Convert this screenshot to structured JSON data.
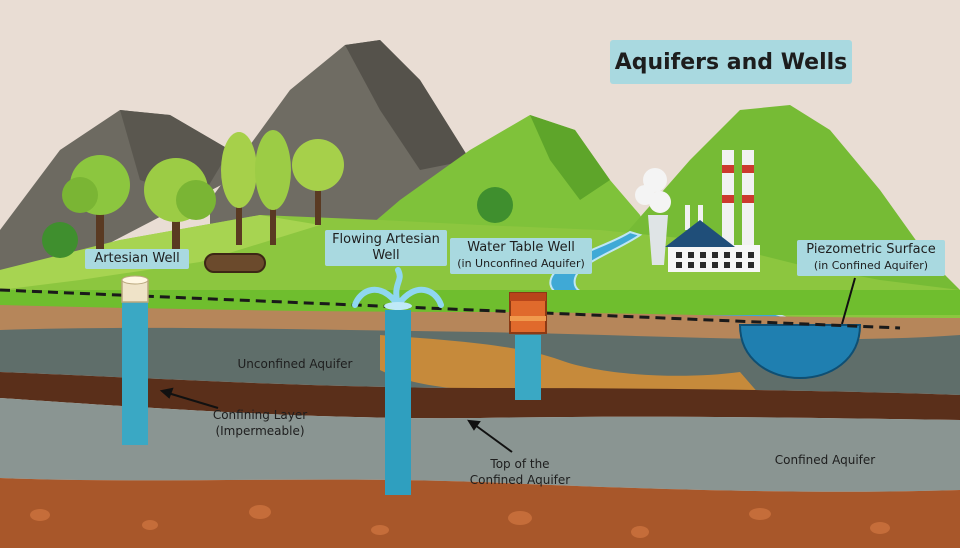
{
  "title": "Aquifers and Wells",
  "labels": {
    "artesian_well": "Artesian Well",
    "flowing_artesian_well": "Flowing Artesian\nWell",
    "water_table_well": "Water Table Well",
    "water_table_well_sub": "(in Unconfined Aquifer)",
    "piezometric_surface": "Piezometric Surface",
    "piezometric_surface_sub": "(in Confined Aquifer)",
    "unconfined_aquifer": "Unconfined Aquifer",
    "confining_layer": "Confining Layer",
    "confining_layer_sub": "(Impermeable)",
    "top_confined_1": "Top of the",
    "top_confined_2": "Confined Aquifer",
    "confined_aquifer": "Confined Aquifer"
  },
  "colors": {
    "sky": "#e9ddd4",
    "title_bg": "#a9d9e0",
    "grass": "#6fbe2e",
    "water": "#1f8fb8",
    "confining_layer": "#5a2f1a",
    "confined_aquifer": "#8a9592",
    "unconfined_aquifer": "#5f6e6a"
  }
}
